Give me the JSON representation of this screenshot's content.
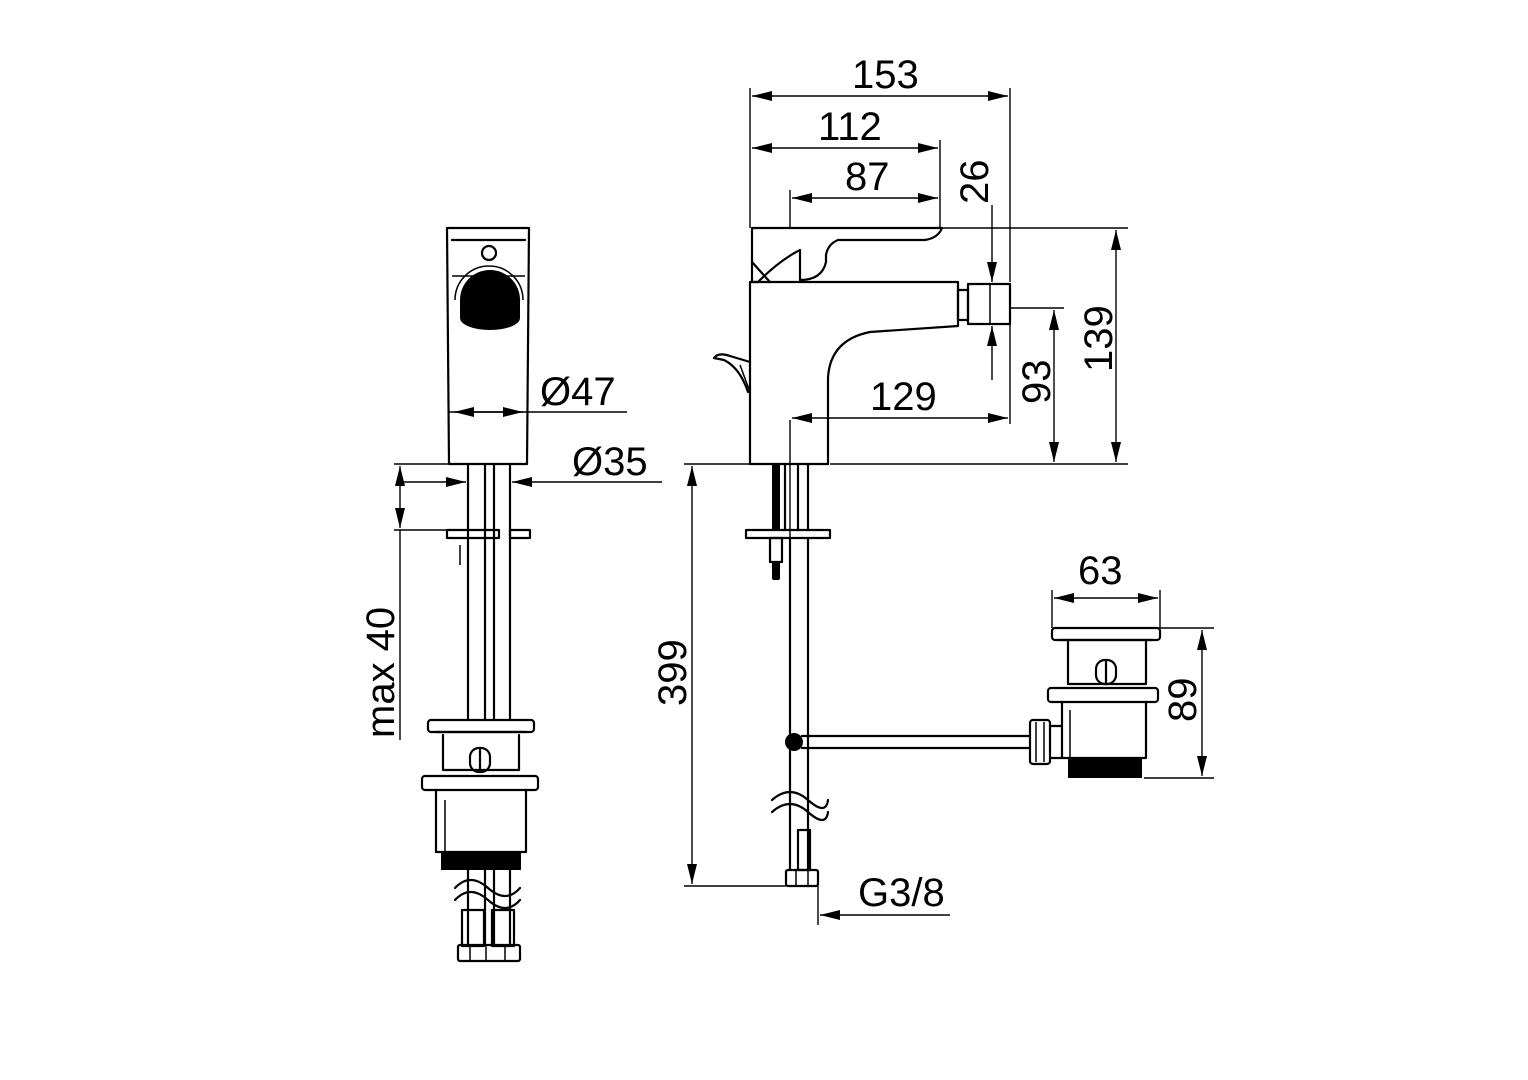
{
  "colors": {
    "line": "#000000",
    "background": "#ffffff"
  },
  "dimensions": {
    "width_total": "153",
    "width_spout": "112",
    "width_lever": "87",
    "nozzle_drop": "26",
    "spout_reach": "129",
    "nozzle_height": "93",
    "total_height": "139",
    "body_diameter": "Ø47",
    "stem_diameter": "Ø35",
    "max_thickness": "max 40",
    "installation_height": "399",
    "connection_thread": "G3/8",
    "waste_width": "63",
    "waste_height": "89"
  }
}
